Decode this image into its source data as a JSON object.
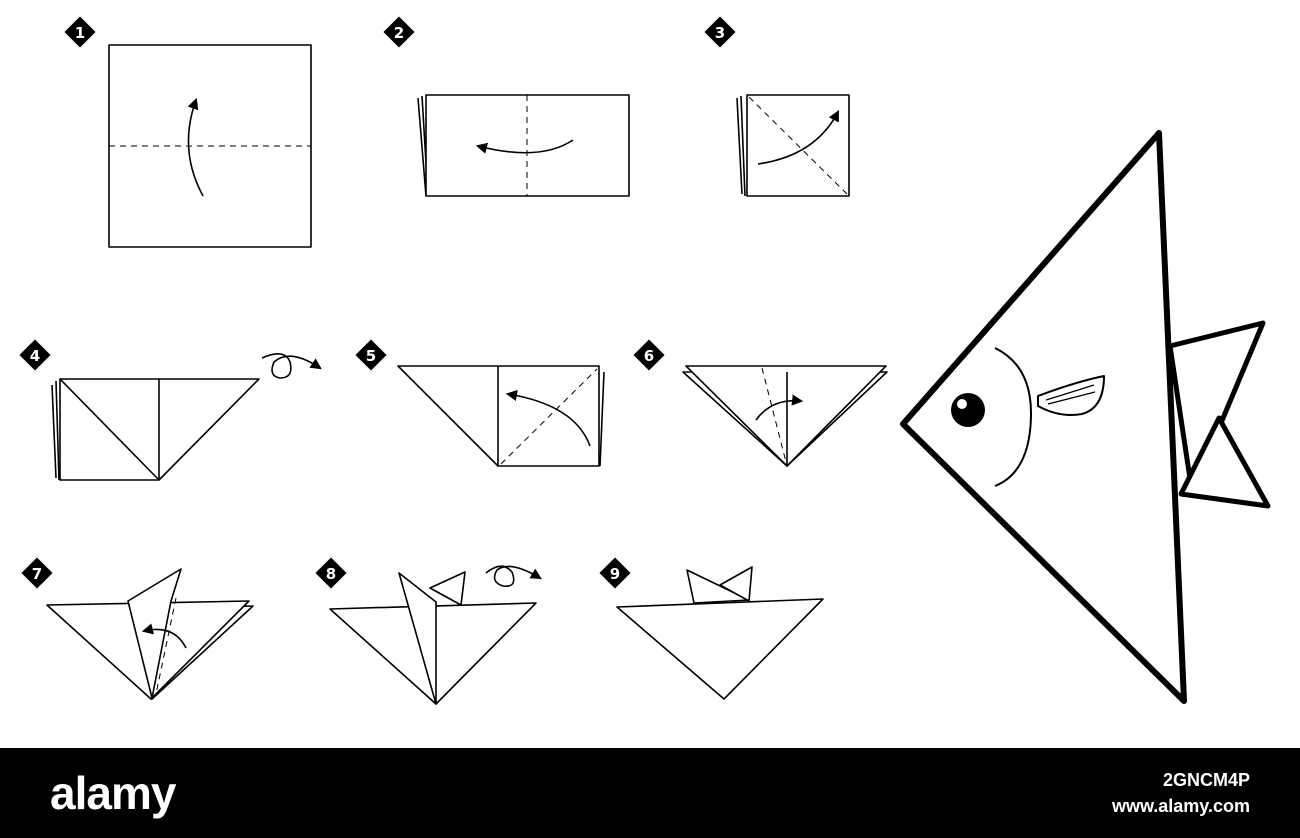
{
  "steps": [
    {
      "number": "1"
    },
    {
      "number": "2"
    },
    {
      "number": "3"
    },
    {
      "number": "4"
    },
    {
      "number": "5"
    },
    {
      "number": "6"
    },
    {
      "number": "7"
    },
    {
      "number": "8"
    },
    {
      "number": "9"
    }
  ],
  "footer": {
    "brand": "alamy",
    "image_id": "2GNCM4P",
    "site": "www.alamy.com"
  },
  "colors": {
    "line": "#000000",
    "background": "#ffffff",
    "footer_bg": "#000000",
    "footer_text": "#ffffff"
  }
}
